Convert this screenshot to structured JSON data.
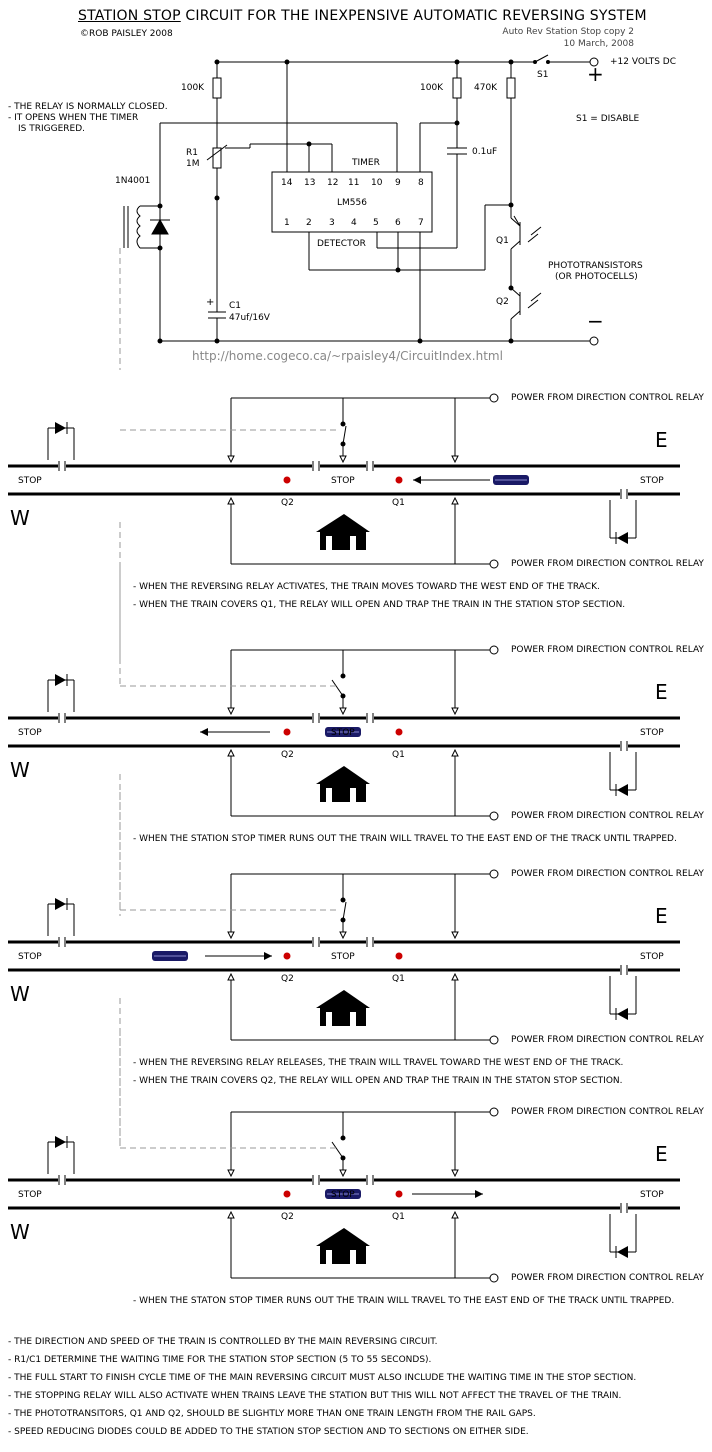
{
  "header": {
    "title_underlined": "STATION STOP",
    "title_rest": " CIRCUIT FOR THE INEXPENSIVE AUTOMATIC REVERSING SYSTEM",
    "author": "©ROB PAISLEY 2008",
    "file_name": "Auto Rev Station Stop copy 2",
    "date": "10 March, 2008",
    "url": "http://home.cogeco.ca/~rpaisley4/CircuitIndex.html"
  },
  "circuit": {
    "notes": [
      "- THE RELAY IS NORMALLY CLOSED.",
      "- IT OPENS WHEN THE TIMER",
      "IS TRIGGERED."
    ],
    "r_left": "100K",
    "r_mid": "100K",
    "r_right": "470K",
    "r1": "R1",
    "r1_value": "1M",
    "diode": "1N4001",
    "c1": "C1",
    "c1_value": "47uf/16V",
    "cap": "0.1uF",
    "chip": "LM556",
    "timer": "TIMER",
    "detector": "DETECTOR",
    "pins_top": [
      "14",
      "13",
      "12",
      "11",
      "10",
      "9",
      "8"
    ],
    "pins_bottom": [
      "1",
      "2",
      "3",
      "4",
      "5",
      "6",
      "7"
    ],
    "s1": "S1",
    "s1_note": "S1 = DISABLE",
    "supply": "+12 VOLTS DC",
    "plus": "+",
    "minus": "−",
    "q1": "Q1",
    "q2": "Q2",
    "photo": [
      "PHOTOTRANSISTORS",
      "(OR PHOTOCELLS)"
    ]
  },
  "track": {
    "power": "POWER FROM DIRECTION CONTROL RELAY",
    "stop": "STOP",
    "east": "E",
    "west": "W",
    "q1": "Q1",
    "q2": "Q2"
  },
  "panels": [
    {
      "notes": [
        "- WHEN THE REVERSING RELAY ACTIVATES, THE TRAIN MOVES TOWARD THE WEST END OF THE TRACK.",
        "- WHEN THE TRAIN COVERS Q1, THE RELAY WILL OPEN AND TRAP THE TRAIN IN THE STATION STOP SECTION."
      ]
    },
    {
      "notes": [
        "- WHEN THE STATION STOP TIMER RUNS OUT THE TRAIN WILL TRAVEL TO THE EAST END OF THE TRACK UNTIL TRAPPED."
      ]
    },
    {
      "notes": [
        "- WHEN THE REVERSING RELAY RELEASES, THE TRAIN WILL TRAVEL TOWARD THE WEST END OF THE TRACK.",
        "- WHEN THE TRAIN COVERS Q2, THE RELAY WILL OPEN AND TRAP THE TRAIN IN THE STATON STOP SECTION."
      ]
    },
    {
      "notes": [
        "- WHEN THE STATON STOP TIMER RUNS OUT THE TRAIN WILL TRAVEL TO THE EAST END OF THE TRACK UNTIL TRAPPED."
      ]
    }
  ],
  "footer_notes": [
    "- THE DIRECTION AND SPEED OF THE TRAIN IS CONTROLLED BY THE MAIN REVERSING CIRCUIT.",
    "- R1/C1 DETERMINE THE WAITING TIME FOR THE STATION STOP SECTION (5 TO 55 SECONDS).",
    "- THE FULL START TO FINISH CYCLE TIME OF THE MAIN REVERSING CIRCUIT MUST ALSO INCLUDE THE WAITING TIME IN THE STOP SECTION.",
    "- THE STOPPING RELAY WILL ALSO ACTIVATE WHEN TRAINS LEAVE THE STATION BUT THIS WILL NOT AFFECT THE TRAVEL OF THE TRAIN.",
    "- THE PHOTOTRANSITORS, Q1 AND Q2, SHOULD BE SLIGHTLY MORE THAN ONE TRAIN LENGTH FROM THE RAIL GAPS.",
    "- SPEED REDUCING DIODES COULD BE ADDED TO THE STATION STOP SECTION AND TO SECTIONS ON EITHER SIDE."
  ],
  "colors": {
    "ink": "#000000",
    "sensor": "#cc0000",
    "train": "#1a1a66",
    "url": "#888888",
    "dashed": "#999999"
  }
}
